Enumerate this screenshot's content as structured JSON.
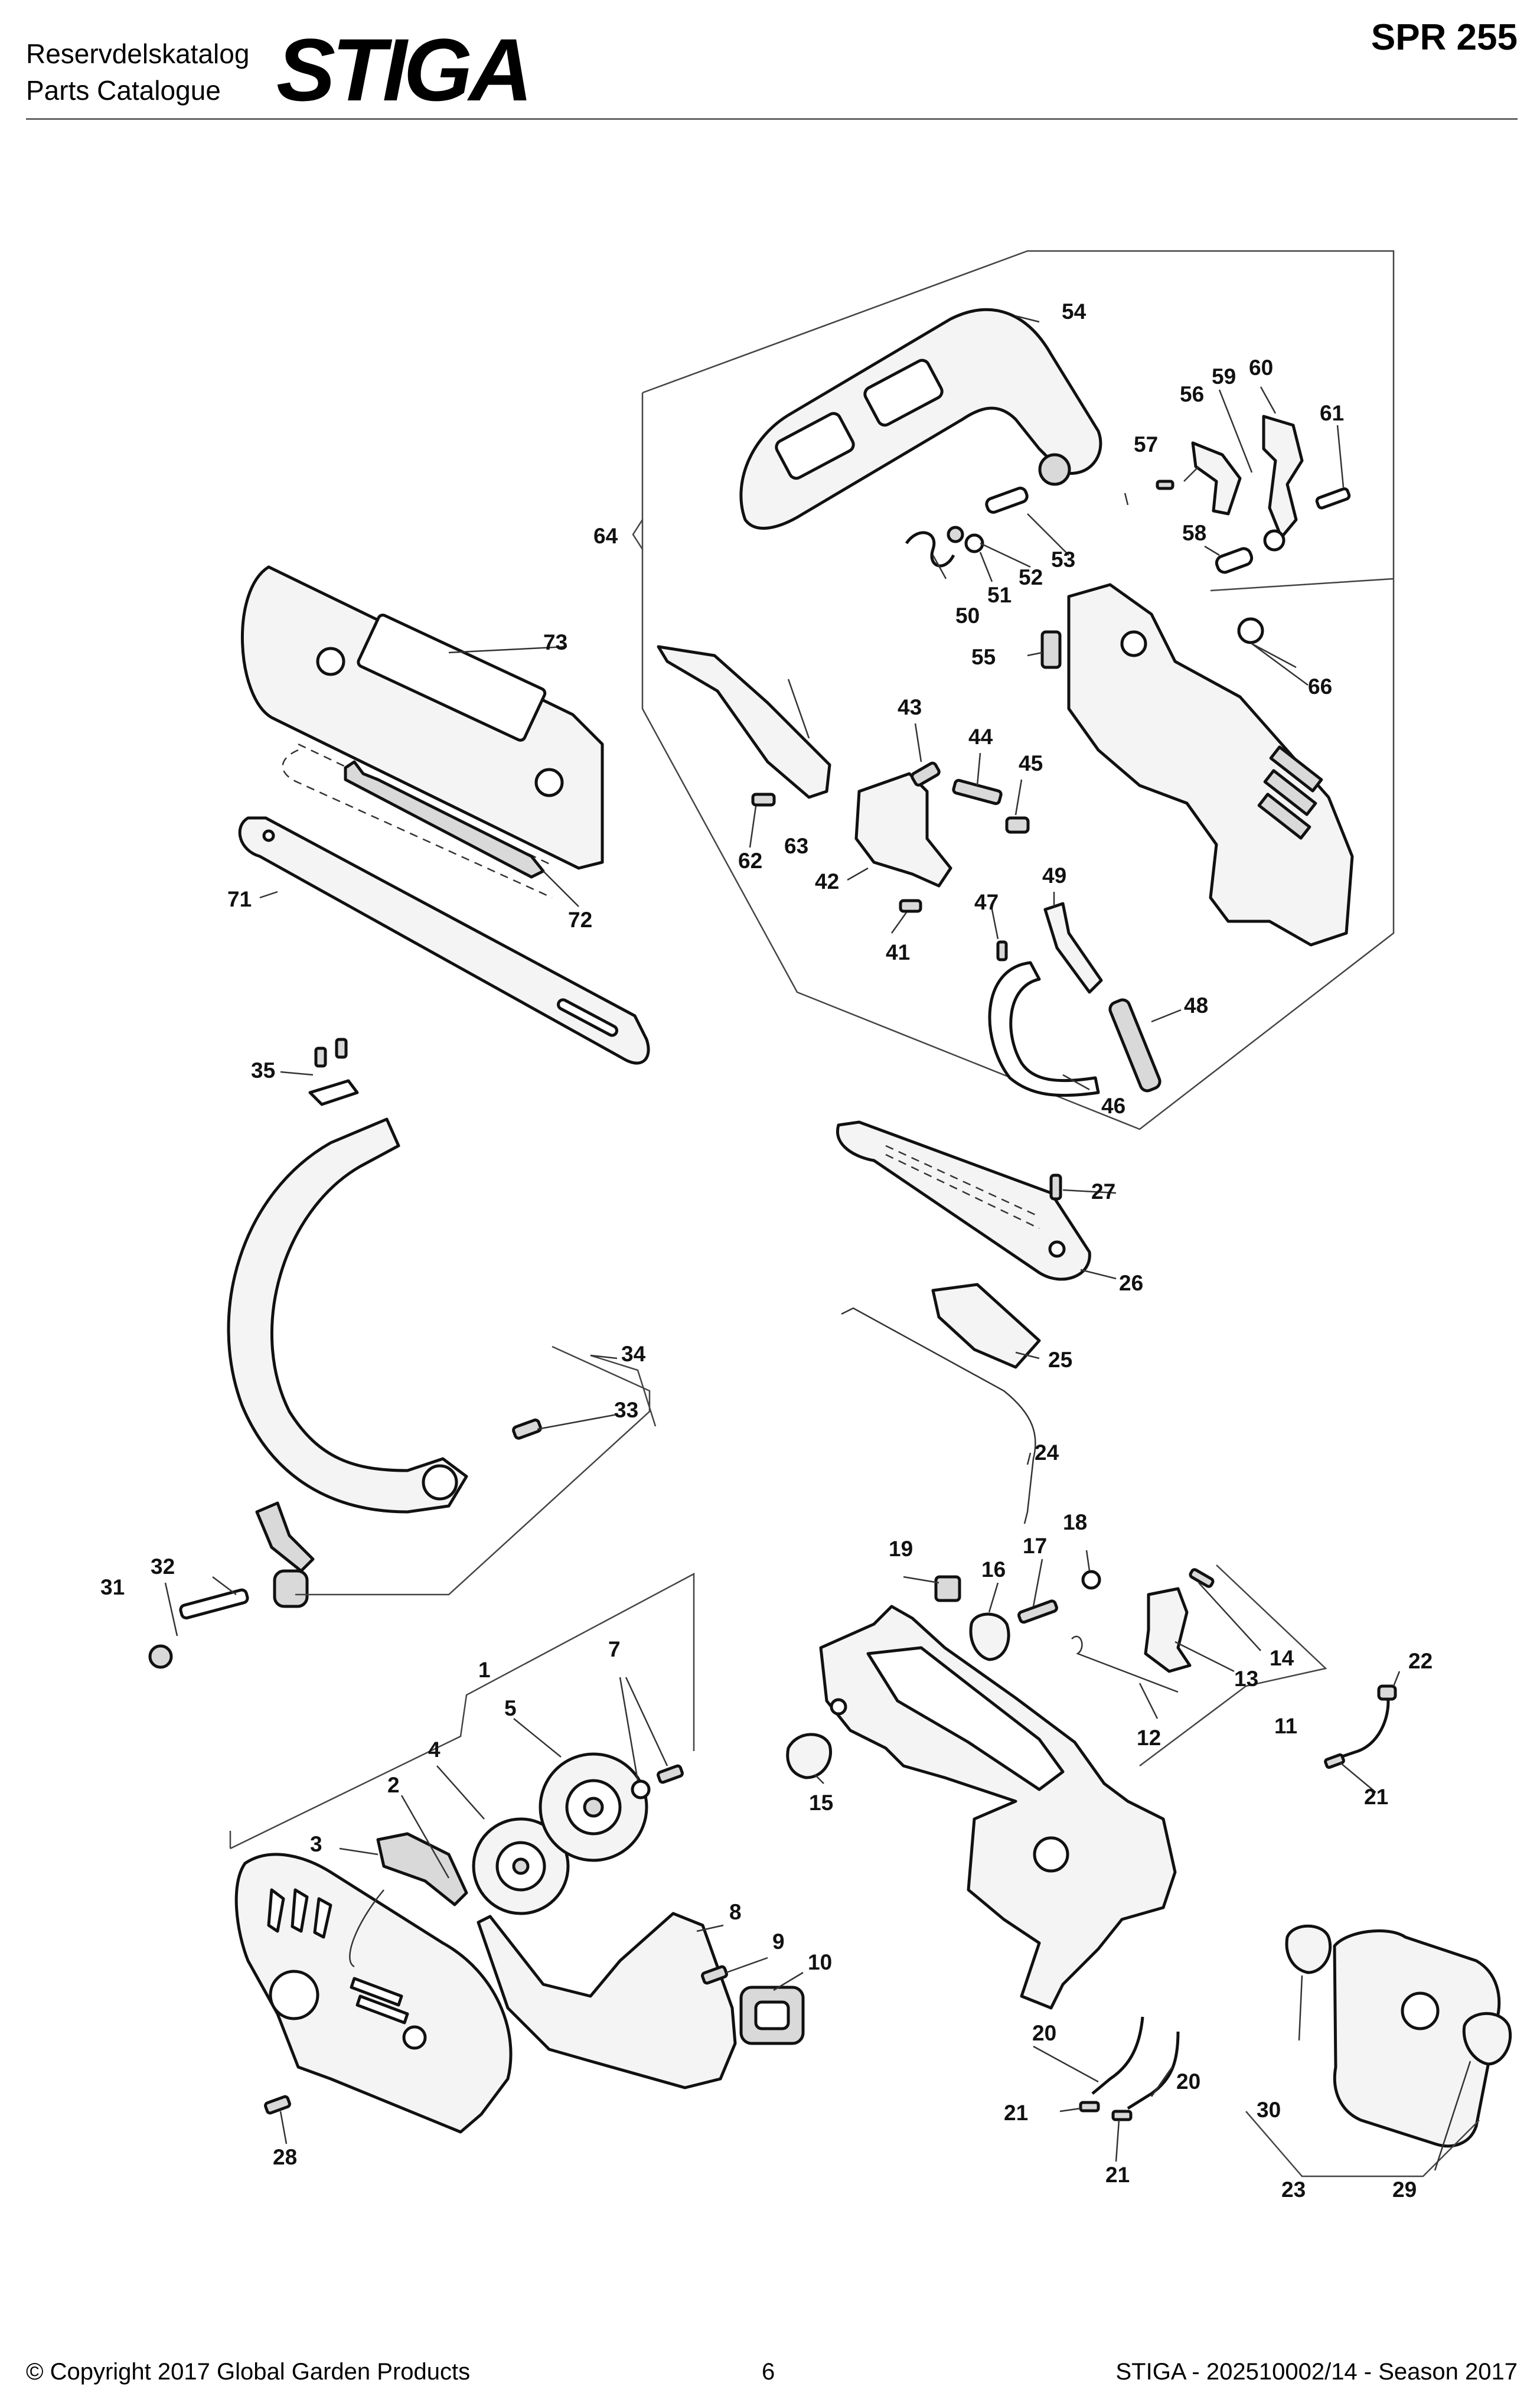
{
  "header": {
    "line1": "Reservdelskatalog",
    "line2": "Parts Catalogue",
    "brand": "STIGA",
    "model": "SPR 255"
  },
  "callouts": [
    "1",
    "2",
    "3",
    "4",
    "5",
    "7",
    "8",
    "9",
    "10",
    "11",
    "12",
    "13",
    "14",
    "15",
    "16",
    "17",
    "18",
    "19",
    "20",
    "20",
    "21",
    "21",
    "21",
    "22",
    "23",
    "24",
    "25",
    "26",
    "27",
    "28",
    "29",
    "30",
    "31",
    "32",
    "33",
    "34",
    "35",
    "41",
    "42",
    "43",
    "44",
    "45",
    "46",
    "47",
    "48",
    "49",
    "50",
    "51",
    "52",
    "53",
    "54",
    "55",
    "56",
    "57",
    "58",
    "59",
    "60",
    "61",
    "62",
    "63",
    "64",
    "66",
    "71",
    "72",
    "73"
  ],
  "footer": {
    "copyright": "© Copyright 2017 Global Garden Products",
    "page": "6",
    "catalog": "STIGA - 202510002/14 - Season 2017"
  }
}
